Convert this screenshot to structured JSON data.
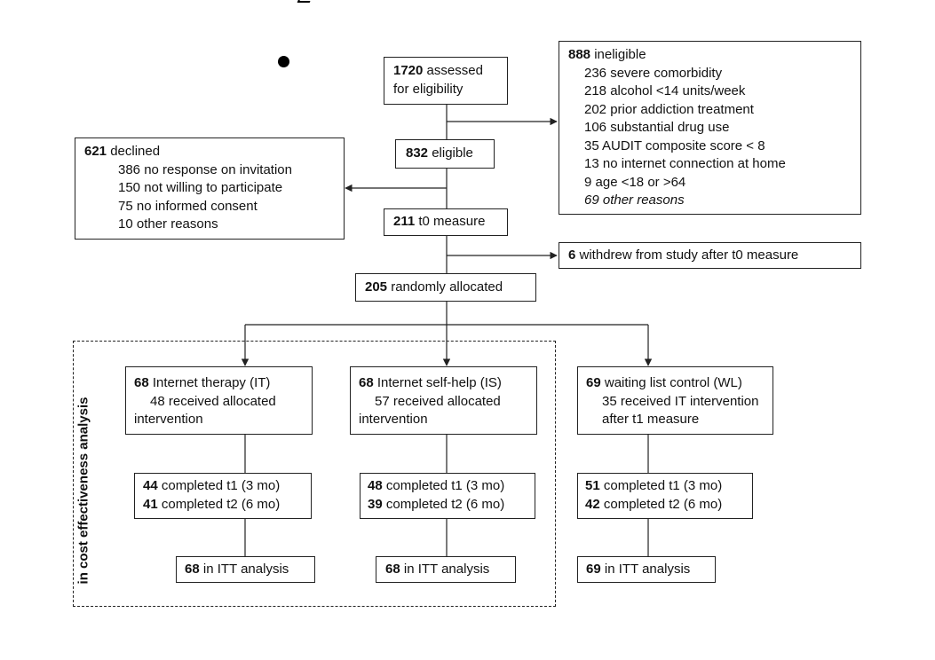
{
  "assessed": {
    "num": "1720",
    "text": "assessed",
    "text2": "for eligibility"
  },
  "ineligible": {
    "num": "888",
    "text": "ineligible",
    "items": [
      "236 severe comorbidity",
      "218 alcohol <14 units/week",
      "202 prior addiction treatment",
      "106 substantial drug use",
      "35 AUDIT composite score < 8",
      "13 no internet connection at home",
      "9 age <18 or >64"
    ],
    "other": "69 other reasons"
  },
  "eligible": {
    "num": "832",
    "text": "eligible"
  },
  "declined": {
    "num": "621",
    "text": "declined",
    "items": [
      "386 no response on invitation",
      "150 not willing to participate",
      "75 no informed consent",
      "10 other reasons"
    ]
  },
  "t0": {
    "num": "211",
    "text": "t0 measure"
  },
  "withdrew": {
    "num": "6",
    "text": "withdrew from study after t0 measure"
  },
  "allocated": {
    "num": "205",
    "text": "randomly allocated"
  },
  "side_label": "in cost effectiveness analysis",
  "arms": [
    {
      "num": "68",
      "title": "Internet therapy (IT)",
      "line2": "48 received allocated",
      "line3": "intervention",
      "t1_num": "44",
      "t1_text": "completed t1 (3 mo)",
      "t2_num": "41",
      "t2_text": "completed t2 (6 mo)",
      "itt_num": "68",
      "itt_text": "in ITT analysis"
    },
    {
      "num": "68",
      "title": "Internet self-help (IS)",
      "line2": "57 received allocated",
      "line3": "intervention",
      "t1_num": "48",
      "t1_text": "completed t1 (3 mo)",
      "t2_num": "39",
      "t2_text": "completed t2 (6 mo)",
      "itt_num": "68",
      "itt_text": "in ITT analysis"
    },
    {
      "num": "69",
      "title": "waiting list control (WL)",
      "line2": "35 received IT intervention",
      "line3": "after t1 measure",
      "t1_num": "51",
      "t1_text": "completed t1 (3 mo)",
      "t2_num": "42",
      "t2_text": "completed t2 (6 mo)",
      "itt_num": "69",
      "itt_text": "in ITT analysis"
    }
  ]
}
